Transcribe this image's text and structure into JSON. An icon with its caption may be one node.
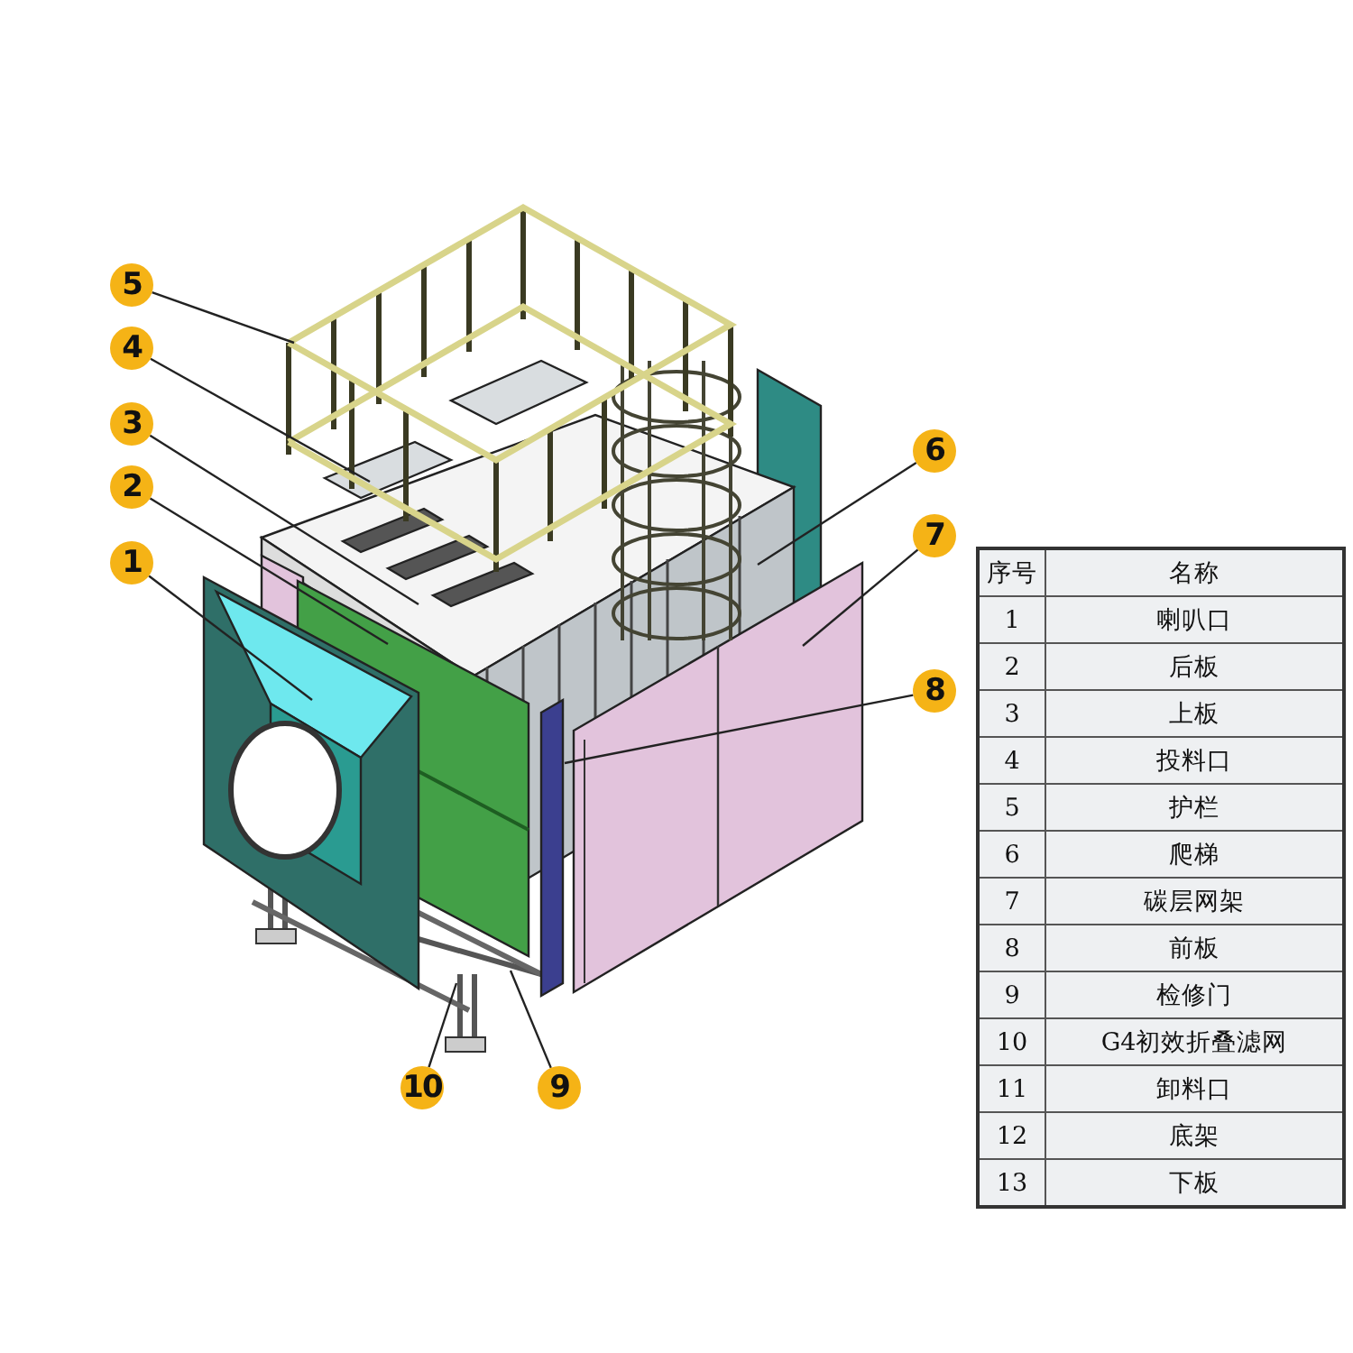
{
  "diagram": {
    "nodes": [
      {
        "text": [
          "5"
        ]
      },
      {
        "text": [
          "4"
        ]
      },
      {
        "text": [
          "3"
        ]
      },
      {
        "text": [
          "6"
        ]
      },
      {
        "text": [
          "2"
        ]
      },
      {
        "text": [
          "7"
        ]
      },
      {
        "text": [
          "1"
        ]
      },
      {
        "text": [
          "8"
        ]
      },
      {
        "text": [
          "10"
        ]
      },
      {
        "text": [
          "9"
        ]
      }
    ],
    "edges": [
      {
        "from": 0,
        "to": null,
        "arrow": "none"
      },
      {
        "from": 1,
        "to": null,
        "arrow": "none"
      },
      {
        "from": 2,
        "to": null,
        "arrow": "none"
      },
      {
        "from": 3,
        "to": null,
        "arrow": "none"
      },
      {
        "from": 4,
        "to": null,
        "arrow": "none"
      },
      {
        "from": 5,
        "to": null,
        "arrow": "none"
      },
      {
        "from": 6,
        "to": null,
        "arrow": "none"
      },
      {
        "from": 7,
        "to": null,
        "arrow": "none"
      },
      {
        "from": 8,
        "to": null,
        "arrow": "none"
      },
      {
        "from": 9,
        "to": null,
        "arrow": "none"
      }
    ],
    "labels": [
      "序号",
      "名称",
      "1",
      "喇叭口",
      "2",
      "后板",
      "3",
      "上板",
      "4",
      "投料口",
      "5",
      "护栏",
      "6",
      "爬梯",
      "7",
      "碳层网架",
      "8",
      "前板",
      "9",
      "检修门",
      "10",
      "G4初效折叠滤网",
      "11",
      "卸料口",
      "12",
      "底架",
      "13",
      "下板"
    ]
  }
}
